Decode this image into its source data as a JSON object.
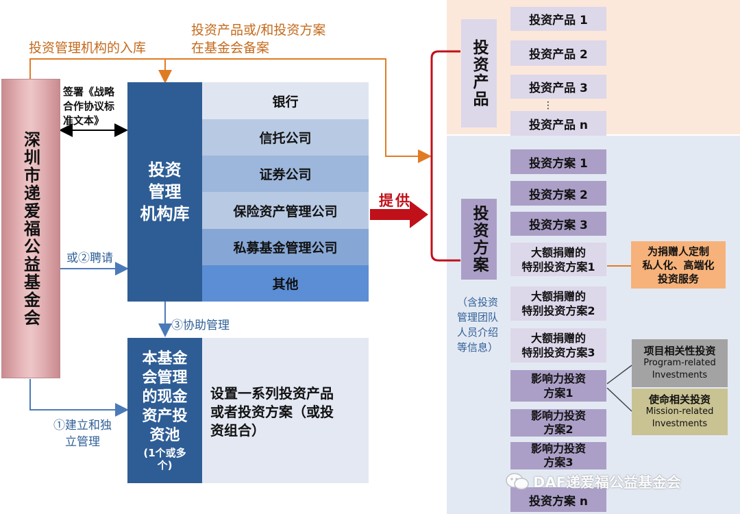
{
  "top_labels": {
    "registration": "投资管理机构的入库",
    "filing_line1": "投资产品或/和投资方案",
    "filing_line2": "在基金会备案"
  },
  "foundation": {
    "name": "深圳市递爱福公益基金会"
  },
  "agreement_note": {
    "line1": "签署《战略",
    "line2": "合作协议标",
    "line3": "准文本》"
  },
  "hire_label": "或②聘请",
  "assist_label": "③协助管理",
  "build_label": {
    "line1": "①建立和独",
    "line2": "立管理"
  },
  "institution_library": {
    "title_line1": "投资",
    "title_line2": "管理",
    "title_line3": "机构库",
    "items": [
      "银行",
      "信托公司",
      "证券公司",
      "保险资产管理公司",
      "私募基金管理公司",
      "其他"
    ]
  },
  "asset_pool": {
    "title_line1": "本基金",
    "title_line2": "会管理",
    "title_line3": "的现金",
    "title_line4": "资产投",
    "title_line5": "资池",
    "note_line1": "(1个或多",
    "note_line2": "个)",
    "desc_line1": "设置一系列投资产品",
    "desc_line2": "或者投资方案（或投",
    "desc_line3": "资组合）"
  },
  "provide_label": "提供",
  "products": {
    "header": "投资产品",
    "items": [
      "投资产品 1",
      "投资产品 2",
      "投资产品 3",
      "投资产品 n"
    ],
    "ellipsis": "⋮"
  },
  "plans": {
    "header": "投资方案",
    "note": "（含投资管理团队人员介绍等信息）",
    "simple": [
      "投资方案 1",
      "投资方案 2",
      "投资方案 3"
    ],
    "special": [
      {
        "line1": "大额捐赠的",
        "line2": "特别投资方案1"
      },
      {
        "line1": "大额捐赠的",
        "line2": "特别投资方案2"
      },
      {
        "line1": "大额捐赠的",
        "line2": "特别投资方案3"
      }
    ],
    "impact": [
      {
        "line1": "影响力投资",
        "line2": "方案1"
      },
      {
        "line1": "影响力投资",
        "line2": "方案2"
      },
      {
        "line1": "影响力投资",
        "line2": "方案3"
      }
    ],
    "last": "投资方案 n"
  },
  "custom_service": {
    "line1": "为捐赠人定制",
    "line2": "私人化、高端化",
    "line3": "投资服务"
  },
  "program_related": {
    "cn": "项目相关性投资",
    "en1": "Program-related",
    "en2": "Investments"
  },
  "mission_related": {
    "cn": "使命相关投资",
    "en1": "Mission-related",
    "en2": "Investments"
  },
  "watermark": "DAF递爱福公益基金会"
}
